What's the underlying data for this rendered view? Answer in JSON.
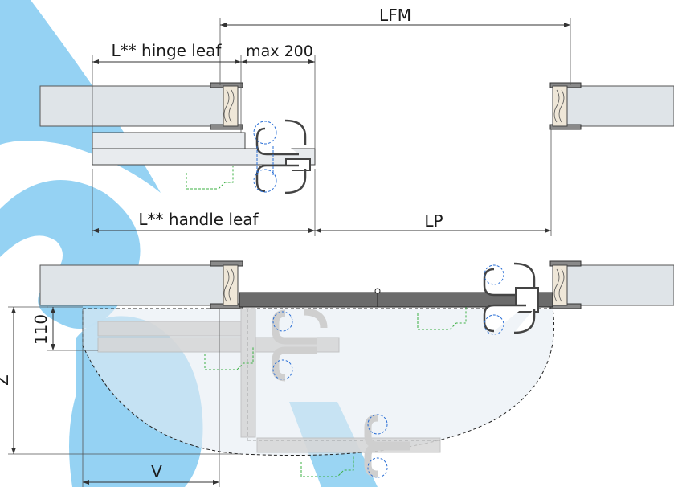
{
  "labels": {
    "lfm": "LFM",
    "hinge_leaf": "L** hinge leaf",
    "max": "max 200",
    "handle_leaf": "L** handle leaf",
    "lp": "LP",
    "v110": "110",
    "z": "Z",
    "v": "V"
  },
  "colors": {
    "logo_blue": "#8fd0f2",
    "outline_blue": "#2a6fd6",
    "outline_green": "#3cb043"
  }
}
